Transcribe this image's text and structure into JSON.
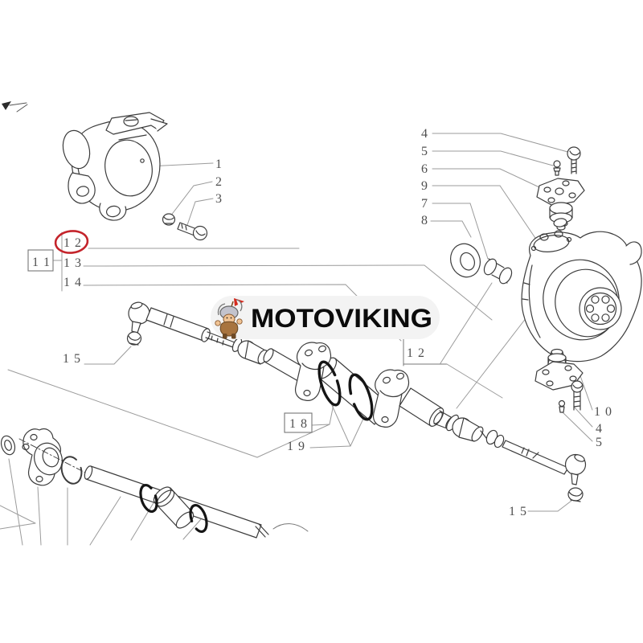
{
  "watermark": {
    "brand": "MOTOVIKING",
    "mascot": "viking-boy-with-flag"
  },
  "colors": {
    "highlight_red": "#c4242b",
    "line_dark": "#3c3c3c",
    "leader_gray": "#9b9b9b",
    "flag_red": "#d42a1e",
    "band_gray": "#f3f3f3"
  },
  "callouts": {
    "c1": {
      "text": "1"
    },
    "c2": {
      "text": "2"
    },
    "c3": {
      "text": "3"
    },
    "c4_top": {
      "text": "4"
    },
    "c5_top": {
      "text": "5"
    },
    "c6": {
      "text": "6"
    },
    "c9": {
      "text": "9"
    },
    "c7": {
      "text": "7"
    },
    "c8": {
      "text": "8"
    },
    "c10": {
      "text": "1 0"
    },
    "c4_bottom": {
      "text": "4"
    },
    "c5_bottom": {
      "text": "5"
    },
    "c11_boxed": {
      "text": "1 1"
    },
    "c12_circled": {
      "text": "1 2"
    },
    "c13": {
      "text": "1 3"
    },
    "c14": {
      "text": "1 4"
    },
    "c15_left": {
      "text": "1 5"
    },
    "c15_right": {
      "text": "1 5"
    },
    "c12_boxed": {
      "text": "1 2"
    },
    "c18_boxed": {
      "text": "1 8"
    },
    "c19": {
      "text": "1 9"
    }
  }
}
